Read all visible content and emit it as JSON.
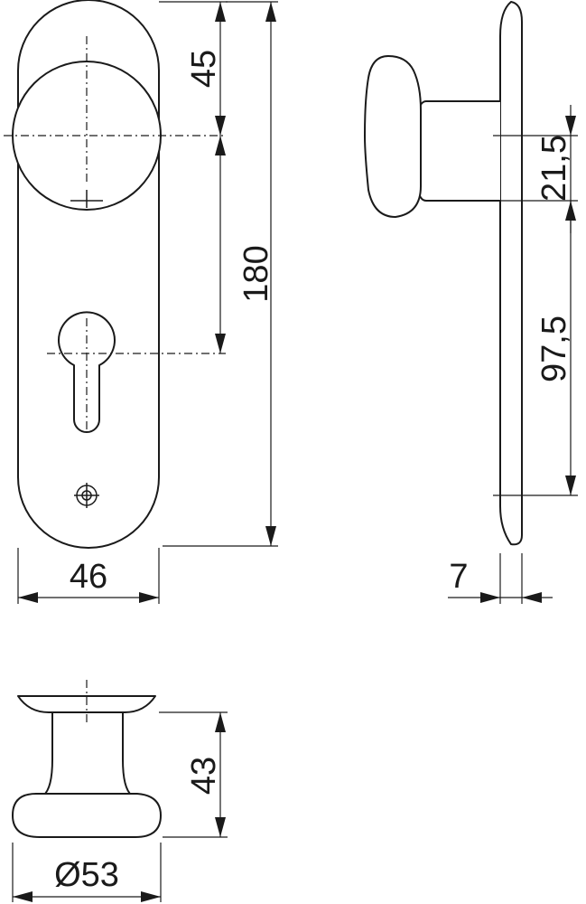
{
  "diagram": {
    "line_color": "#1a1a1a",
    "background": "#ffffff",
    "views": {
      "front": {
        "dimensions": {
          "knob_offset": "45",
          "total_height": "180",
          "width": "46"
        }
      },
      "side": {
        "dimensions": {
          "knob_height": "21,5",
          "knob_to_keyhole": "97,5",
          "plate_thickness": "7"
        }
      },
      "knob": {
        "dimensions": {
          "projection": "43",
          "diameter": "Ø53"
        }
      }
    }
  }
}
